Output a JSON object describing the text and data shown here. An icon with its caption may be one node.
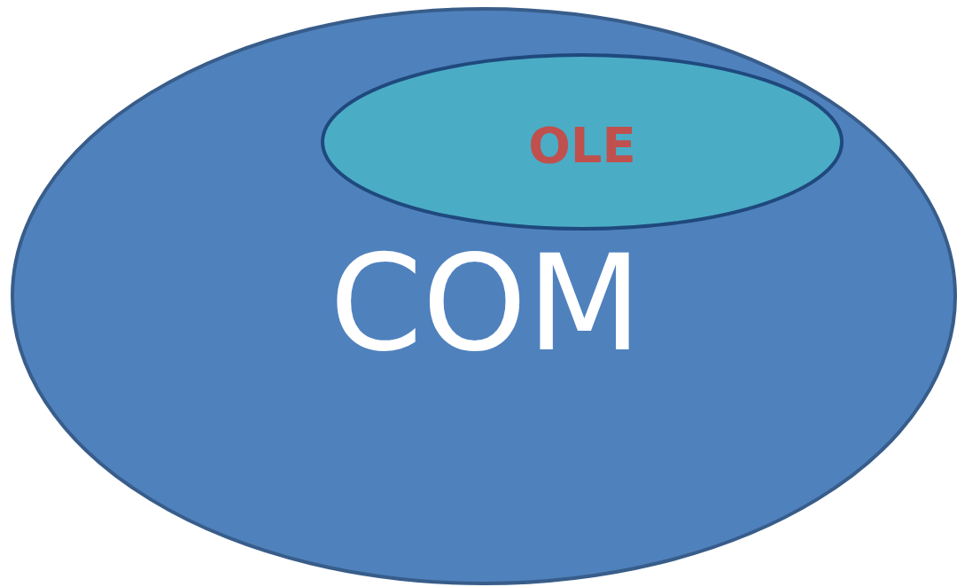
{
  "diagram": {
    "nodes": [
      {
        "text": [
          "COM"
        ]
      },
      {
        "text": [
          "OLE"
        ],
        "in": 0
      }
    ]
  }
}
